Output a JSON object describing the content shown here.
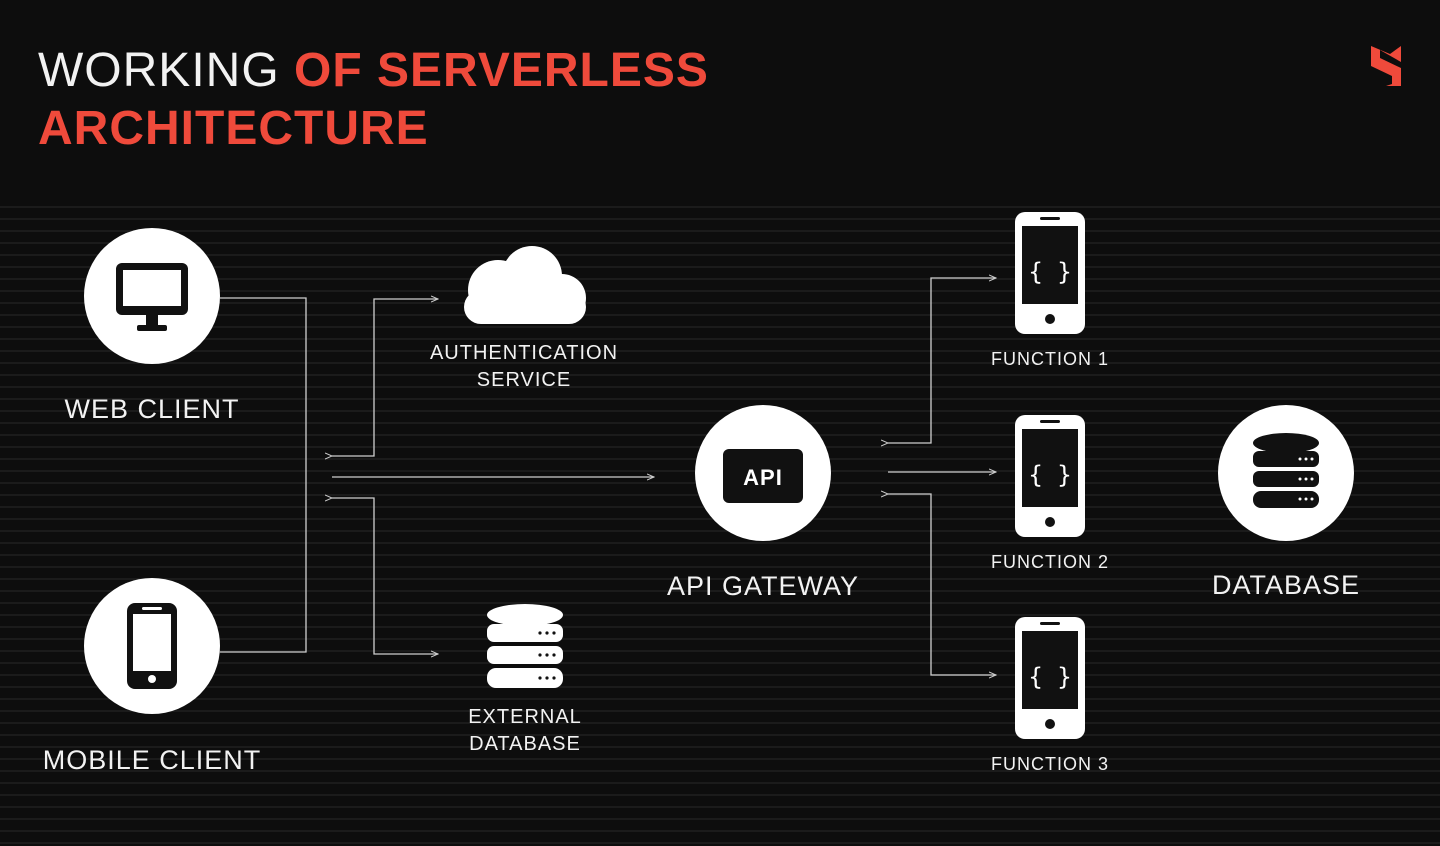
{
  "title": {
    "line1_plain": "WORKING ",
    "line1_accent": "OF SERVERLESS",
    "line2_accent": "ARCHITECTURE"
  },
  "colors": {
    "background": "#0d0d0d",
    "accent": "#ef4a3b",
    "text": "#f2f2f2",
    "stripe": "#1b1b1b"
  },
  "logo": {
    "icon": "brand-logo-icon"
  },
  "nodes": {
    "web_client": {
      "label": "WEB CLIENT",
      "icon": "monitor-icon"
    },
    "mobile_client": {
      "label": "MOBILE CLIENT",
      "icon": "smartphone-icon"
    },
    "auth_service": {
      "line1": "AUTHENTICATION",
      "line2": "SERVICE",
      "icon": "cloud-icon"
    },
    "external_db": {
      "line1": "EXTERNAL",
      "line2": "DATABASE",
      "icon": "database-icon"
    },
    "api_gateway": {
      "label": "API GATEWAY",
      "badge": "API",
      "icon": "api-icon"
    },
    "function1": {
      "label": "FUNCTION 1",
      "glyph": "{ }",
      "icon": "function-phone-icon"
    },
    "function2": {
      "label": "FUNCTION 2",
      "glyph": "{ }",
      "icon": "function-phone-icon"
    },
    "function3": {
      "label": "FUNCTION 3",
      "glyph": "{ }",
      "icon": "function-phone-icon"
    },
    "database": {
      "label": "DATABASE",
      "icon": "database-icon"
    }
  }
}
